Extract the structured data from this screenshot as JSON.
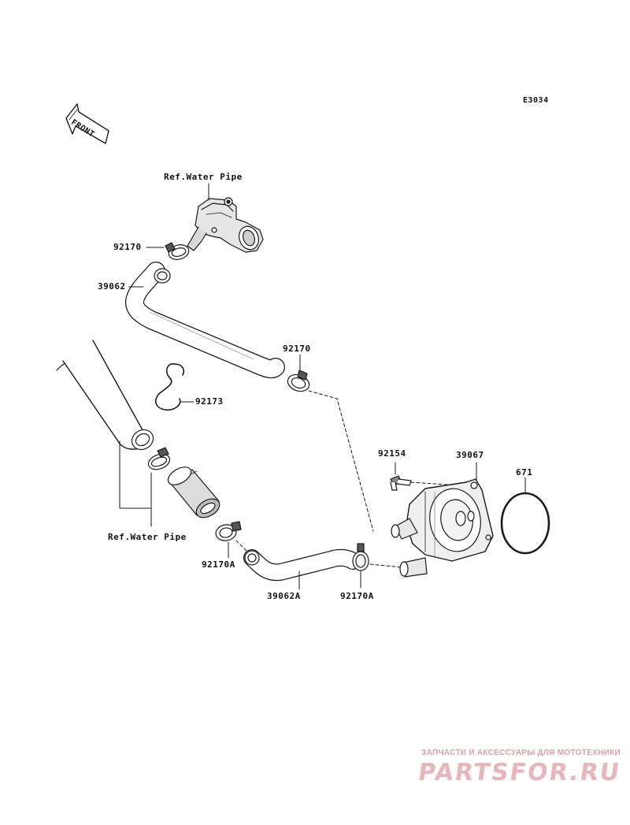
{
  "diagram": {
    "code": "E3034",
    "front_label": "FRONT",
    "labels": {
      "ref_water_pipe_top": "Ref.Water Pipe",
      "ref_water_pipe_bottom": "Ref.Water Pipe",
      "clamp_upper_left": "92170",
      "hose_upper": "39062",
      "clamp_upper_right": "92170",
      "clip": "92173",
      "bolt": "92154",
      "oil_cooler": "39067",
      "o_ring": "671",
      "clamp_lower_left": "92170A",
      "hose_lower": "39062A",
      "clamp_lower_right": "92170A"
    }
  },
  "watermark": {
    "tagline": "ЗАПЧАСТИ И АКСЕССУАРЫ ДЛЯ МОТОТЕХНИКИ",
    "brand": "PARTSFOR.RU"
  }
}
